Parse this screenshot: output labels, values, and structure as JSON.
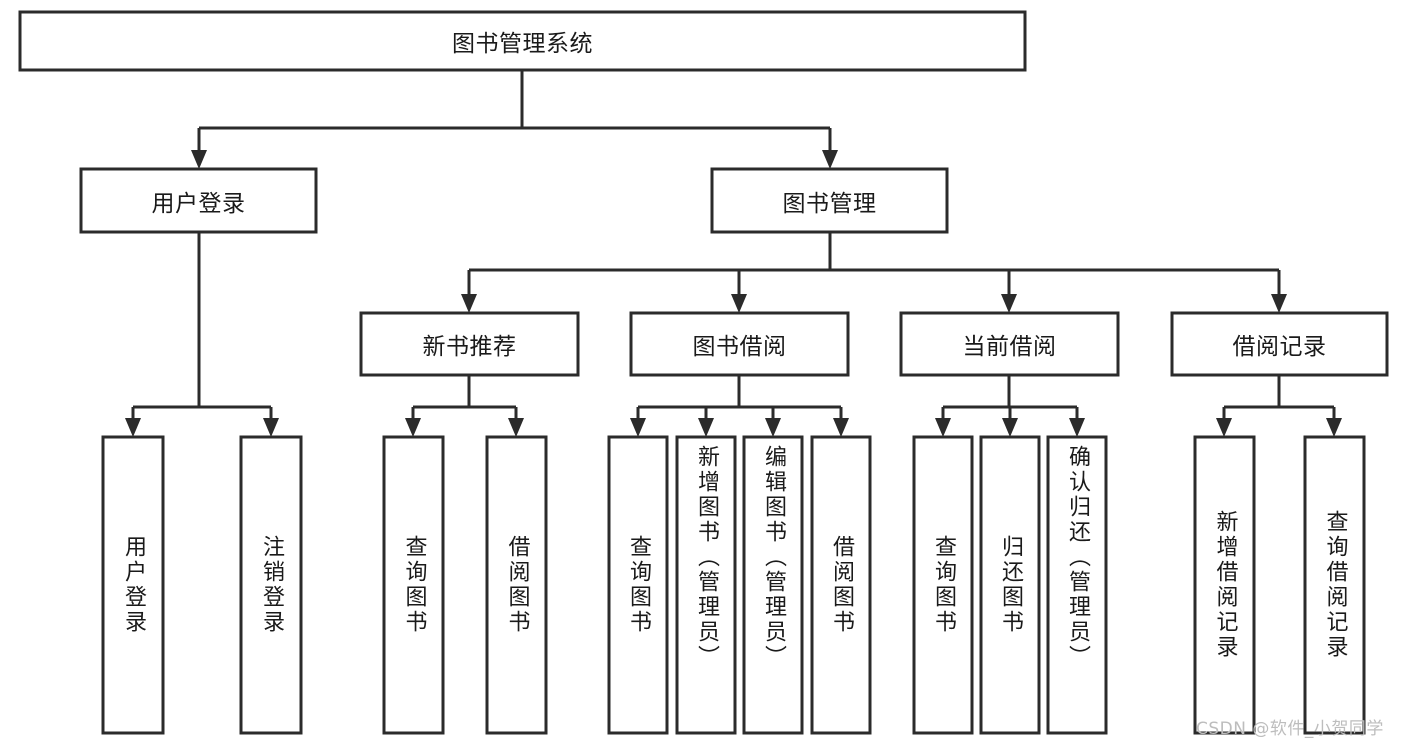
{
  "diagram": {
    "title": "图书管理系统",
    "type": "hierarchy-tree",
    "colors": {
      "box_stroke": "#2b2b2b",
      "box_fill": "#ffffff",
      "text": "#1a1a1a",
      "connector": "#2b2b2b",
      "background": "#ffffff",
      "watermark": "#bdbdbd"
    },
    "levels": {
      "root": {
        "label": "图书管理系统"
      },
      "level2": [
        {
          "label": "用户登录"
        },
        {
          "label": "图书管理"
        }
      ],
      "level3": [
        {
          "label": "新书推荐"
        },
        {
          "label": "图书借阅"
        },
        {
          "label": "当前借阅"
        },
        {
          "label": "借阅记录"
        }
      ],
      "leaves_user_login": [
        {
          "label": "用户登录"
        },
        {
          "label": "注销登录"
        }
      ],
      "leaves_new_book": [
        {
          "label": "查询图书"
        },
        {
          "label": "借阅图书"
        }
      ],
      "leaves_borrow": [
        {
          "label": "查询图书"
        },
        {
          "label": "新增图书（管理员）"
        },
        {
          "label": "编辑图书（管理员）"
        },
        {
          "label": "借阅图书"
        }
      ],
      "leaves_current": [
        {
          "label": "查询图书"
        },
        {
          "label": "归还图书"
        },
        {
          "label": "确认归还（管理员）"
        }
      ],
      "leaves_record": [
        {
          "label": "新增借阅记录"
        },
        {
          "label": "查询借阅记录"
        }
      ]
    },
    "watermark": "CSDN @软件_小贺同学"
  }
}
